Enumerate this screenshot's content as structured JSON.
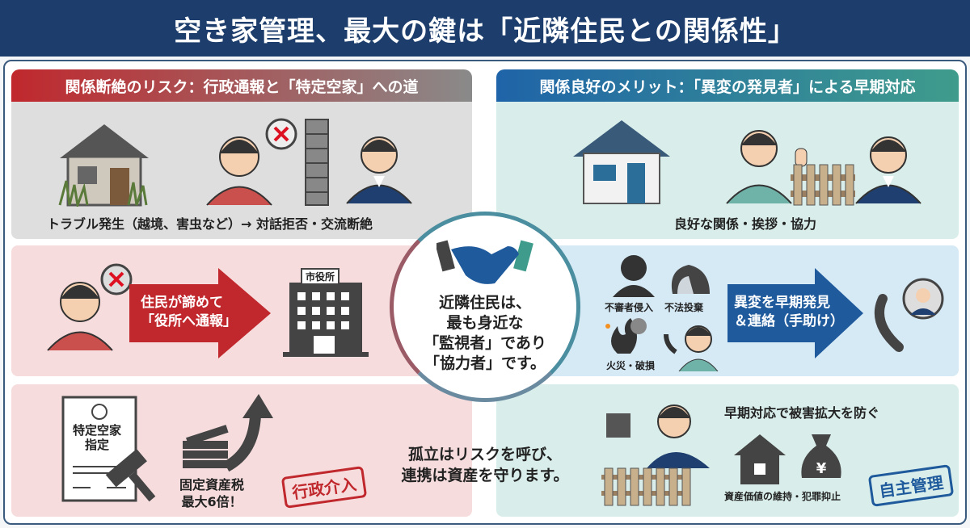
{
  "title": "空き家管理、最大の鍵は「近隣住民との関係性」",
  "left": {
    "header": "関係断絶のリスク：行政通報と「特定空家」への道",
    "row1_caption": "トラブル発生（越境、害虫など）→ 対話拒否・交流断絶",
    "row2_arrow": [
      "住民が諦めて",
      "「役所へ通報」"
    ],
    "row2_building_sign": "市役所",
    "row3_document": [
      "特定空家",
      "指定"
    ],
    "row3_tax": [
      "固定資産税",
      "最大6倍！"
    ],
    "row3_stamp": "行政介入"
  },
  "right": {
    "header": "関係良好のメリット：「異変の発見者」による早期対応",
    "row1_caption": "良好な関係・挨拶・協力",
    "row2_labels": [
      "不審者侵入",
      "不法投棄",
      "火災・破損"
    ],
    "row2_arrow": [
      "異変を早期発見",
      "＆連絡（手助け）"
    ],
    "row3_title": "早期対応で被害拡大を防ぐ",
    "row3_caption": "資産価値の維持・犯罪抑止",
    "row3_stamp": "自主管理"
  },
  "center": {
    "lines": [
      "近隣住民は、",
      "最も身近な",
      "「監視者」であり",
      "「協力者」です。"
    ]
  },
  "bottom": {
    "lines": [
      "孤立はリスクを呼び、",
      "連携は資産を守ります。"
    ]
  },
  "colors": {
    "navy": "#1d3e6c",
    "red": "#c0282d",
    "blue": "#1f64a8",
    "teal": "#3f9c8c"
  }
}
